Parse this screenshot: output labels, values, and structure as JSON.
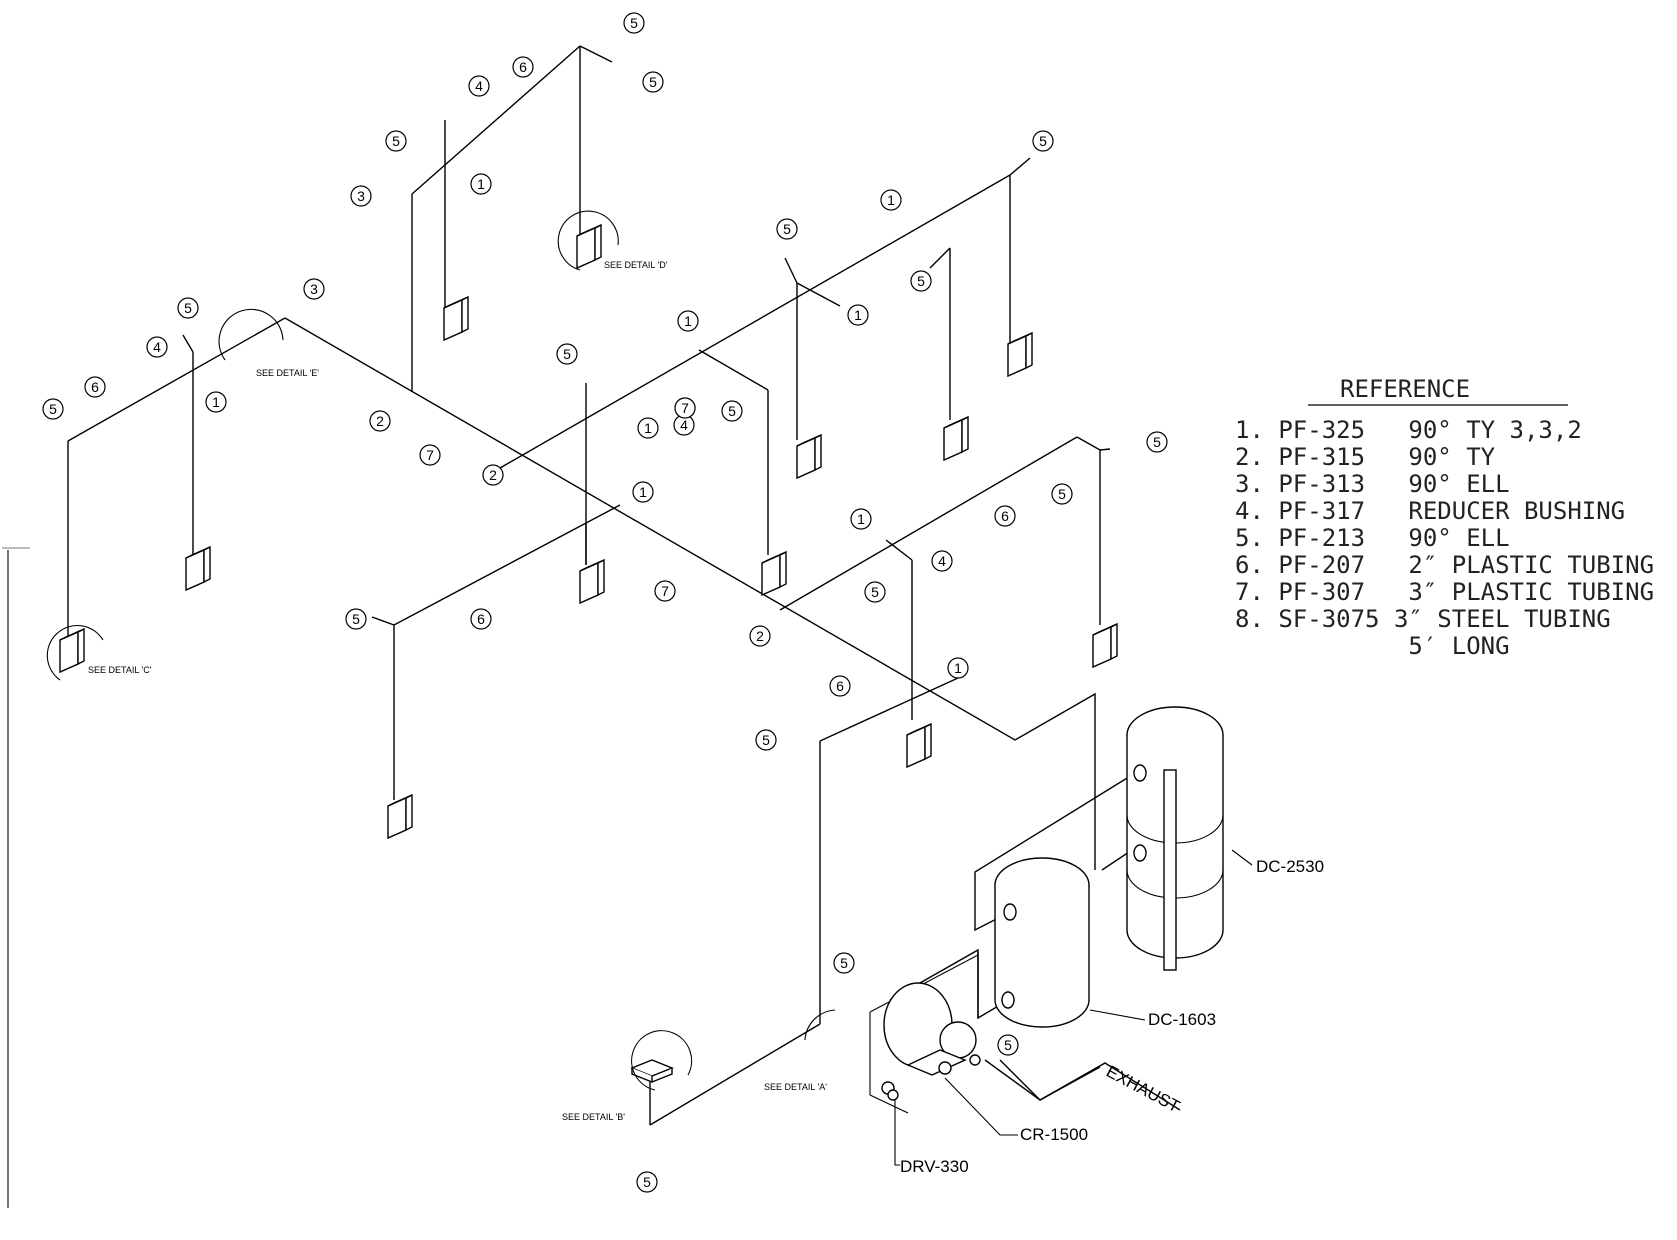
{
  "reference": {
    "title": "REFERENCE",
    "items": [
      "1. PF-325   90° TY 3,3,2",
      "2. PF-315   90° TY",
      "3. PF-313   90° ELL",
      "4. PF-317   REDUCER BUSHING",
      "5. PF-213   90° ELL",
      "6. PF-207   2″ PLASTIC TUBING",
      "7. PF-307   3″ PLASTIC TUBING",
      "8. SF-3075 3″ STEEL TUBING",
      "            5′ LONG"
    ]
  },
  "details": {
    "a": "SEE DETAIL 'A'",
    "b": "SEE DETAIL 'B'",
    "c": "SEE DETAIL 'C'",
    "d": "SEE DETAIL 'D'",
    "e": "SEE DETAIL 'E'"
  },
  "equipment": {
    "dc2530": "DC-2530",
    "dc1603": "DC-1603",
    "cr1500": "CR-1500",
    "drv330": "DRV-330",
    "exhaust": "EXHAUST"
  },
  "callouts": [
    {
      "n": "5"
    },
    {
      "n": "5"
    },
    {
      "n": "6"
    },
    {
      "n": "4"
    },
    {
      "n": "5"
    },
    {
      "n": "3"
    },
    {
      "n": "1"
    },
    {
      "n": "3"
    },
    {
      "n": "5"
    },
    {
      "n": "4"
    },
    {
      "n": "6"
    },
    {
      "n": "5"
    },
    {
      "n": "1"
    },
    {
      "n": "2"
    },
    {
      "n": "7"
    },
    {
      "n": "5"
    },
    {
      "n": "1"
    },
    {
      "n": "6"
    },
    {
      "n": "4"
    },
    {
      "n": "5"
    },
    {
      "n": "5"
    },
    {
      "n": "1"
    },
    {
      "n": "1"
    },
    {
      "n": "7"
    },
    {
      "n": "2"
    },
    {
      "n": "5"
    },
    {
      "n": "1"
    },
    {
      "n": "5"
    },
    {
      "n": "1"
    },
    {
      "n": "5"
    },
    {
      "n": "6"
    },
    {
      "n": "7"
    },
    {
      "n": "5"
    },
    {
      "n": "6"
    },
    {
      "n": "5"
    },
    {
      "n": "1"
    },
    {
      "n": "4"
    },
    {
      "n": "5"
    },
    {
      "n": "2"
    },
    {
      "n": "6"
    },
    {
      "n": "1"
    },
    {
      "n": "5"
    },
    {
      "n": "5"
    },
    {
      "n": "5"
    },
    {
      "n": "5"
    }
  ]
}
